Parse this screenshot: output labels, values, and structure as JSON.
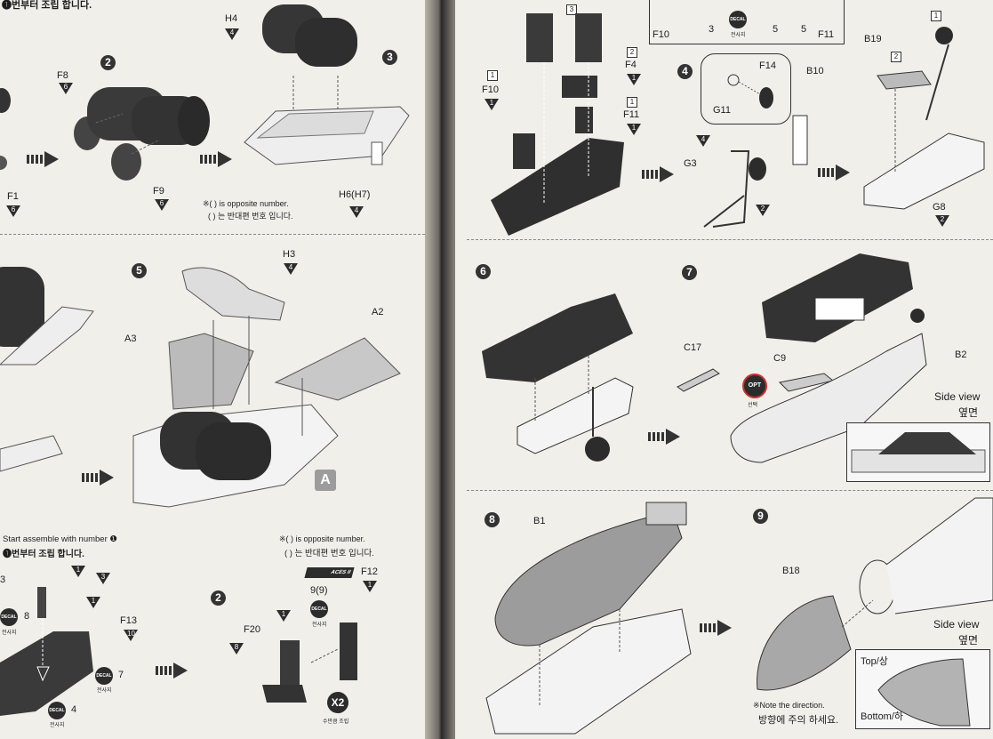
{
  "left_page": {
    "header_fragment": "❶번부터 조립 합니다.",
    "step2_top": {
      "number": "2",
      "parts": [
        {
          "name": "F8",
          "count": "6"
        },
        {
          "name": "F9",
          "count": "6"
        }
      ]
    },
    "step1_fragment": {
      "name": "F1",
      "count": "6"
    },
    "step3": {
      "number": "3",
      "parts": [
        {
          "name": "H4",
          "count": "4"
        },
        {
          "name": "H6(H7)",
          "count": "4"
        }
      ]
    },
    "opposite_note_top": {
      "en": "※( ) is opposite number.",
      "ko": "( ) 는 반대편 번호 입니다."
    },
    "step5": {
      "number": "5",
      "parts": [
        {
          "name": "H3",
          "count": "4"
        },
        {
          "name": "A3"
        },
        {
          "name": "A2"
        }
      ],
      "callout": "A"
    },
    "start_note": {
      "en": "Start assemble with number ❶",
      "ko": "❶번부터 조립 합니다."
    },
    "opposite_note_bottom": {
      "en": "※( ) is opposite number.",
      "ko": "( ) 는 반대편 번호 입니다."
    },
    "step1_bottom": {
      "labels": [
        "3",
        "8",
        "7",
        "4"
      ],
      "counts": [
        "1",
        "3",
        "1"
      ],
      "part": {
        "name": "F13",
        "count": "10"
      },
      "decal_label": "DECAL",
      "decal_sub": "전사지"
    },
    "step2_bottom": {
      "number": "2",
      "parts": [
        {
          "name": "F20",
          "count": "1"
        },
        {
          "name": "F12",
          "count": "1"
        }
      ],
      "count_left": "8",
      "seat_tag": "ACES II",
      "decal_number": "9(9)",
      "multiplier": "X2",
      "multiplier_sub": "수만큼 조립"
    }
  },
  "right_page": {
    "top_strip": {
      "labels": [
        "F10",
        "3",
        "5",
        "5",
        "F11"
      ],
      "decal_label": "DECAL",
      "decal_sub": "전사지"
    },
    "step_seat": {
      "box_numbers": [
        "3",
        "2",
        "1",
        "1"
      ],
      "parts": [
        {
          "name": "F10",
          "count": "1"
        },
        {
          "name": "F4",
          "count": "1"
        },
        {
          "name": "F11",
          "count": "1"
        }
      ]
    },
    "step4": {
      "number": "4",
      "parts": [
        {
          "name": "F14"
        },
        {
          "name": "G11"
        },
        {
          "name": "B10"
        },
        {
          "name": "G3",
          "count": "4"
        }
      ],
      "count2": "2"
    },
    "step_gear": {
      "box_numbers": [
        "1",
        "2"
      ],
      "parts": [
        {
          "name": "B19"
        },
        {
          "name": "G8",
          "count": "2"
        }
      ]
    },
    "step6": {
      "number": "6"
    },
    "step7": {
      "number": "7",
      "parts": [
        {
          "name": "C17"
        },
        {
          "name": "C9"
        },
        {
          "name": "B2"
        }
      ],
      "opt_label": "OPT",
      "opt_sub": "선택",
      "side_view": {
        "en": "Side view",
        "ko": "옆면"
      }
    },
    "step8": {
      "number": "8",
      "parts": [
        {
          "name": "B1"
        }
      ]
    },
    "step9": {
      "number": "9",
      "parts": [
        {
          "name": "B18"
        }
      ],
      "side_view": {
        "en": "Side view",
        "ko": "옆면"
      },
      "top_label": "Top/상",
      "bottom_label": "Bottom/하",
      "direction_note": {
        "en": "※Note the direction.",
        "ko": "방향에 주의 하세요."
      }
    }
  },
  "colors": {
    "paper": "#f1efea",
    "ink": "#2c2c2c",
    "part_dark": "#3a3a3a",
    "part_grey": "#9a9a9a"
  }
}
